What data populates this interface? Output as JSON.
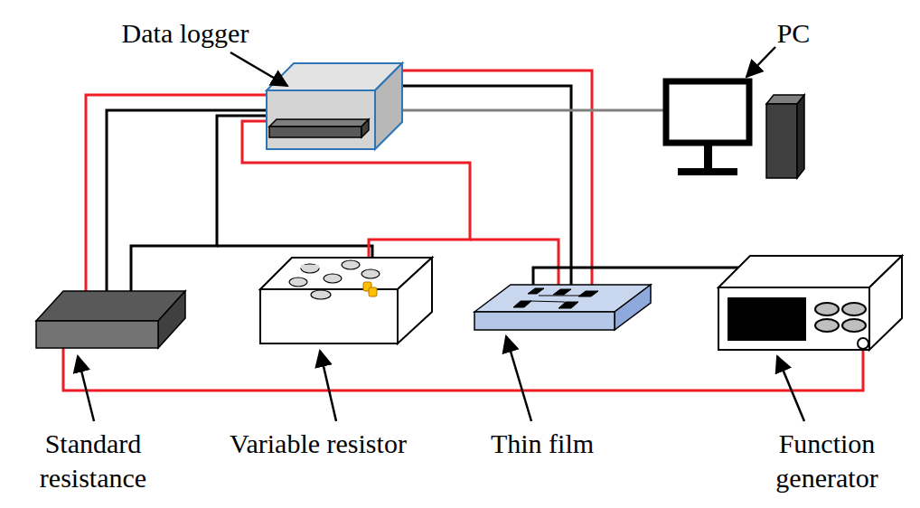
{
  "diagram": {
    "labels": [
      "Data logger",
      "PC",
      "Standard resistance",
      "Variable resistor",
      "Thin film",
      "Function generator"
    ]
  }
}
